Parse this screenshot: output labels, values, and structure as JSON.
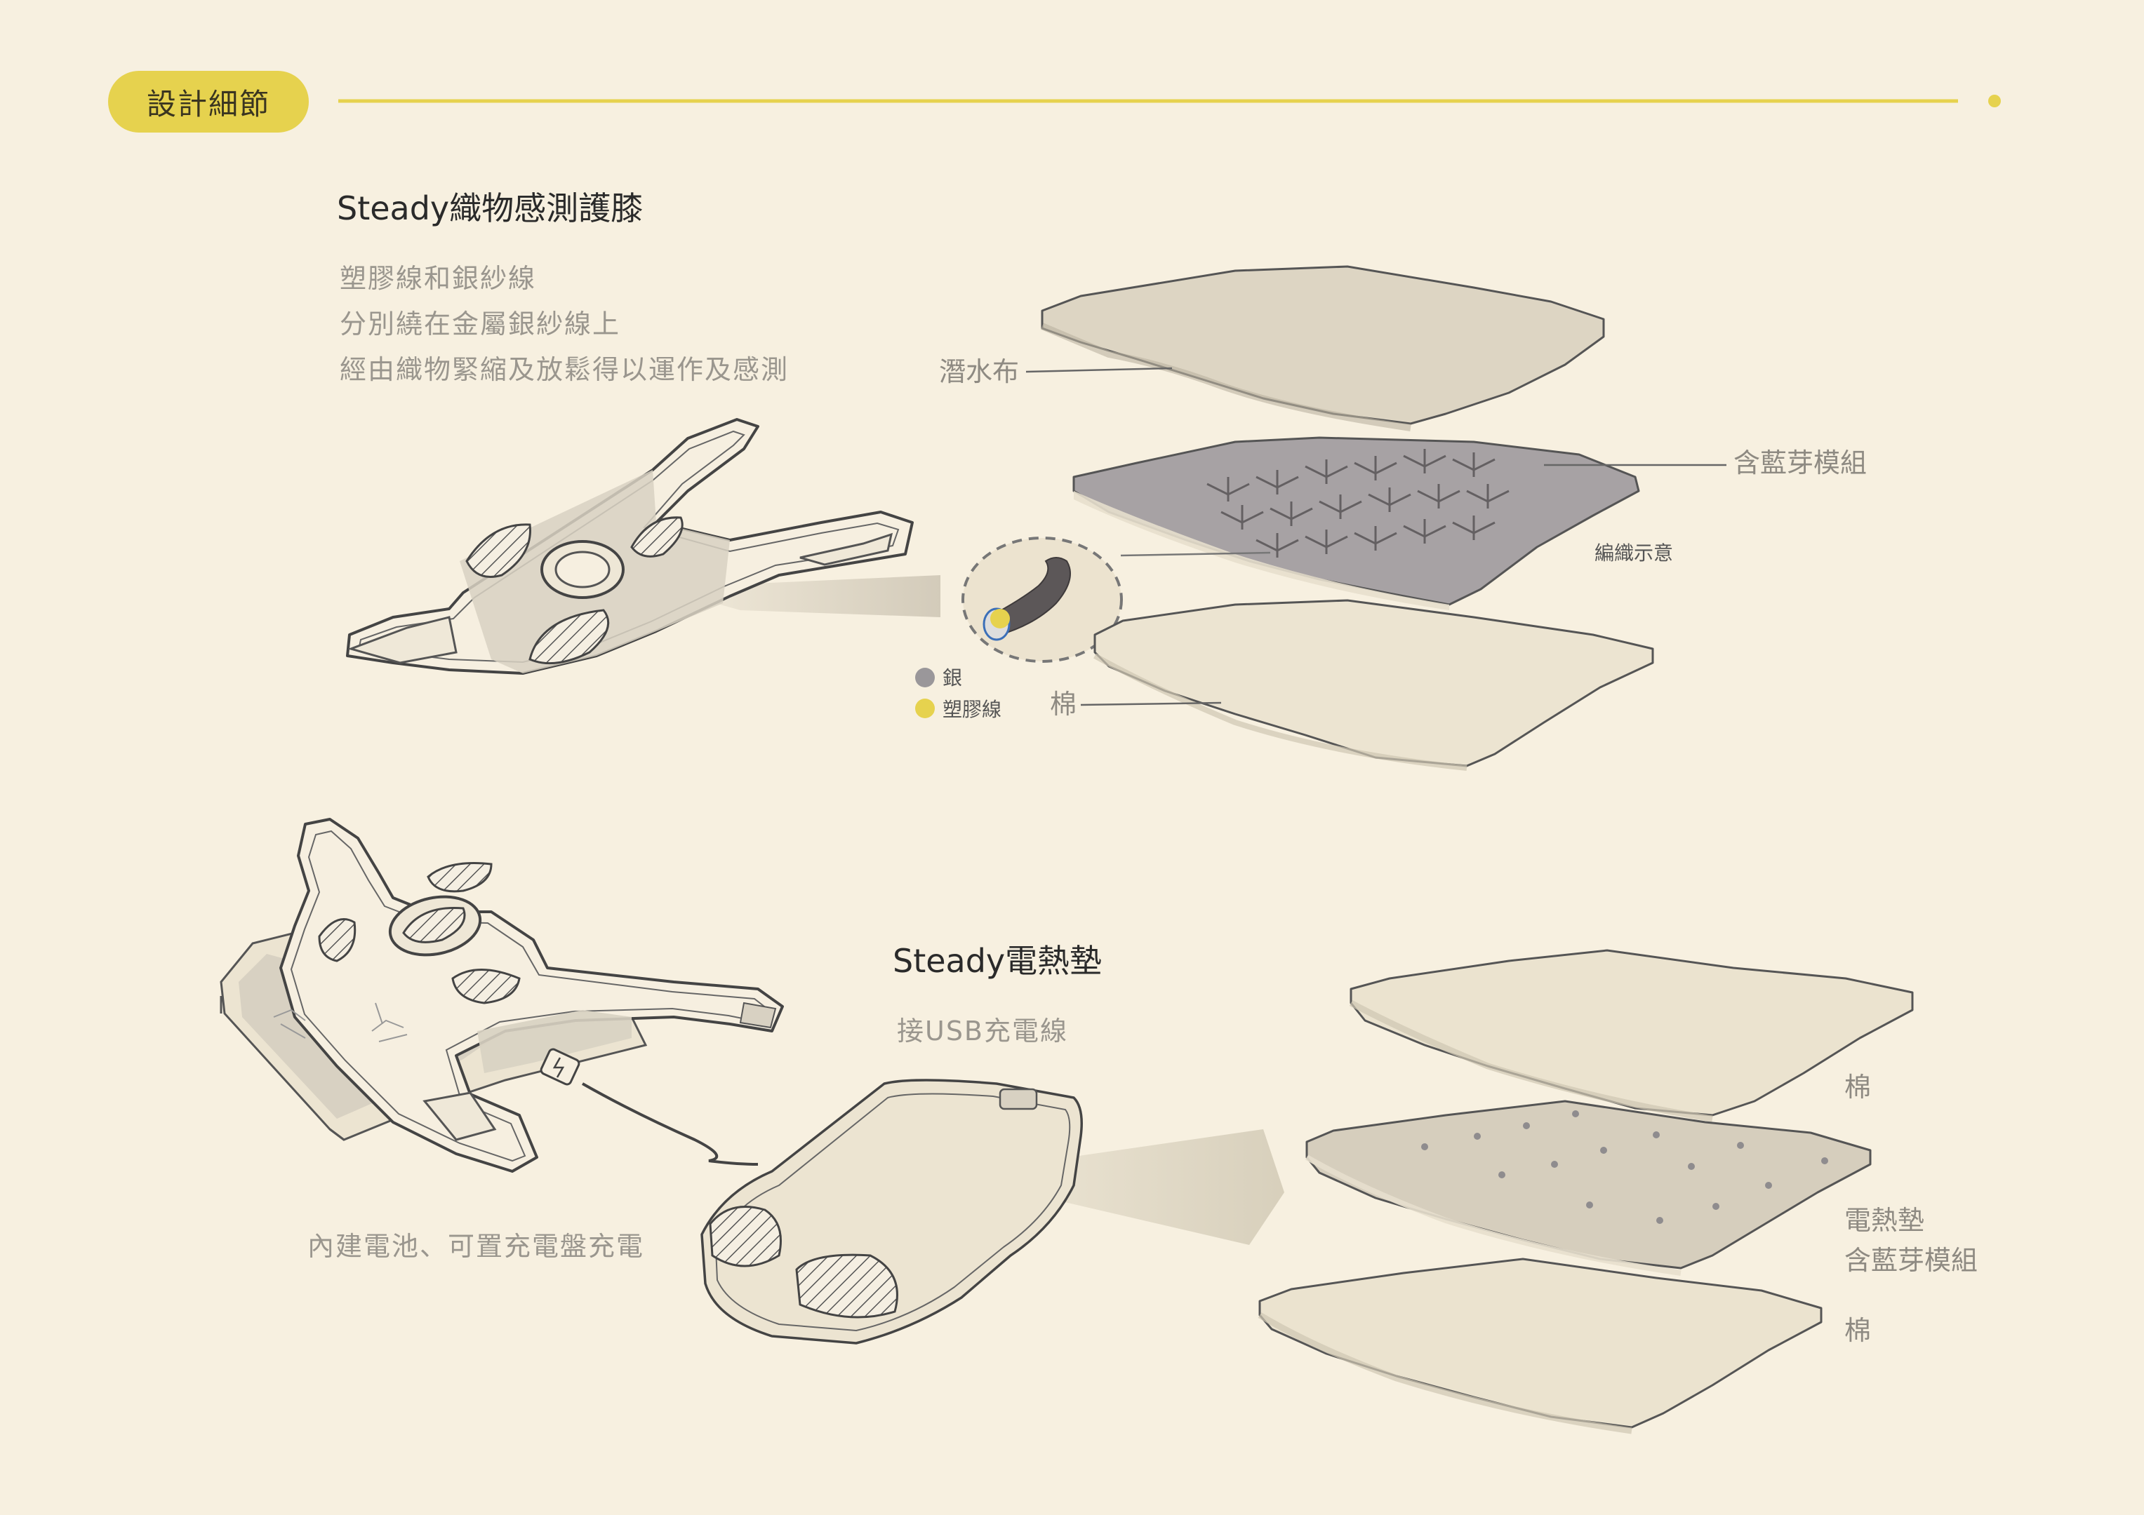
{
  "header": {
    "section_title": "設計細節",
    "accent_color": "#e6d24e",
    "background_color": "#f7f0e0"
  },
  "knee_brace": {
    "title": "Steady織物感測護膝",
    "description": [
      "塑膠線和銀紗線",
      "分別繞在金屬銀紗線上",
      "經由織物緊縮及放鬆得以運作及感測"
    ],
    "layers": {
      "top": "潛水布",
      "middle": "含藍芽模組",
      "middle_note": "編織示意",
      "bottom": "棉"
    },
    "legend": [
      {
        "label": "銀",
        "color": "#9a979a"
      },
      {
        "label": "塑膠線",
        "color": "#e6d24e"
      }
    ]
  },
  "heating_pad": {
    "title": "Steady電熱墊",
    "description": "接USB充電線",
    "caption": "內建電池、可置充電盤充電",
    "layers": {
      "top": "棉",
      "middle_line1": "電熱墊",
      "middle_line2": "含藍芽模組",
      "bottom": "棉"
    }
  }
}
